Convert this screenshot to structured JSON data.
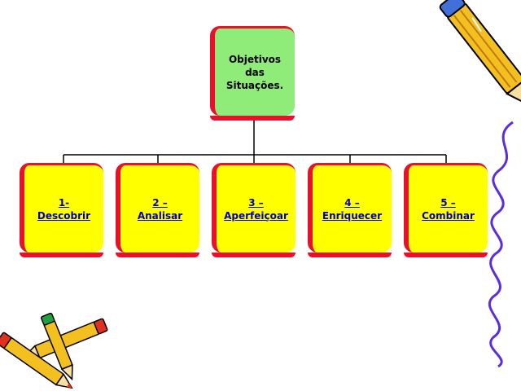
{
  "diagram": {
    "root": {
      "label": "Objetivos\ndas\nSituações."
    },
    "children": [
      {
        "label": "1-\nDescobrir"
      },
      {
        "label": "2 –\nAnalisar"
      },
      {
        "label": "3 –\nAperfeiçoar"
      },
      {
        "label": "4 –\nEnriquecer"
      },
      {
        "label": "5 –\nCombinar"
      }
    ]
  },
  "colors": {
    "root_fill": "#90ec78",
    "child_fill": "#ffff00",
    "box_shadow": "#e8102a",
    "child_text": "#0000c0",
    "connector": "#000000",
    "squiggle": "#5a2ee0"
  },
  "decorations": [
    "pencil-clipart",
    "crossed-pencils-clipart",
    "purple-squiggle-line"
  ]
}
